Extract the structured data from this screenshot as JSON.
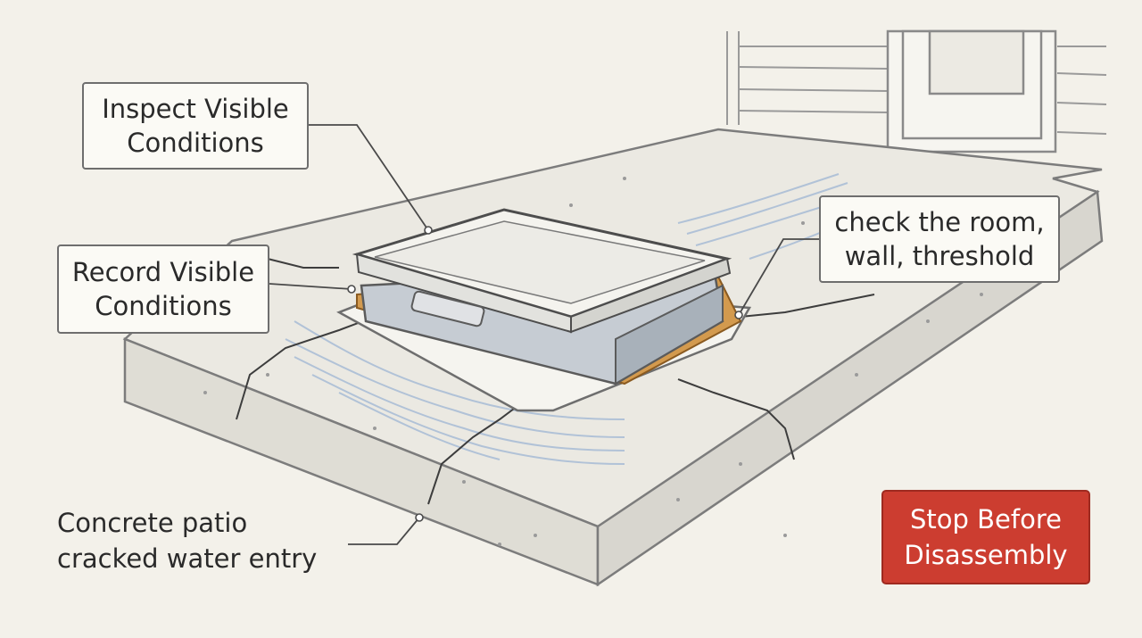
{
  "labels": {
    "inspect": {
      "line1": "Inspect Visible",
      "line2": "Conditions"
    },
    "record": {
      "line1": "Record Visible",
      "line2": "Conditions"
    },
    "check": {
      "line1": "check the room,",
      "line2": "wall, threshold"
    },
    "concrete": {
      "line1": "Concrete patio",
      "line2": "cracked water entry"
    },
    "stop": {
      "line1": "Stop Before",
      "line2": "Disassembly"
    }
  },
  "colors": {
    "background": "#f3f1ea",
    "stop_badge": "#cc3d30",
    "trim": "#d39a4e",
    "water": "#a7bcd6"
  }
}
